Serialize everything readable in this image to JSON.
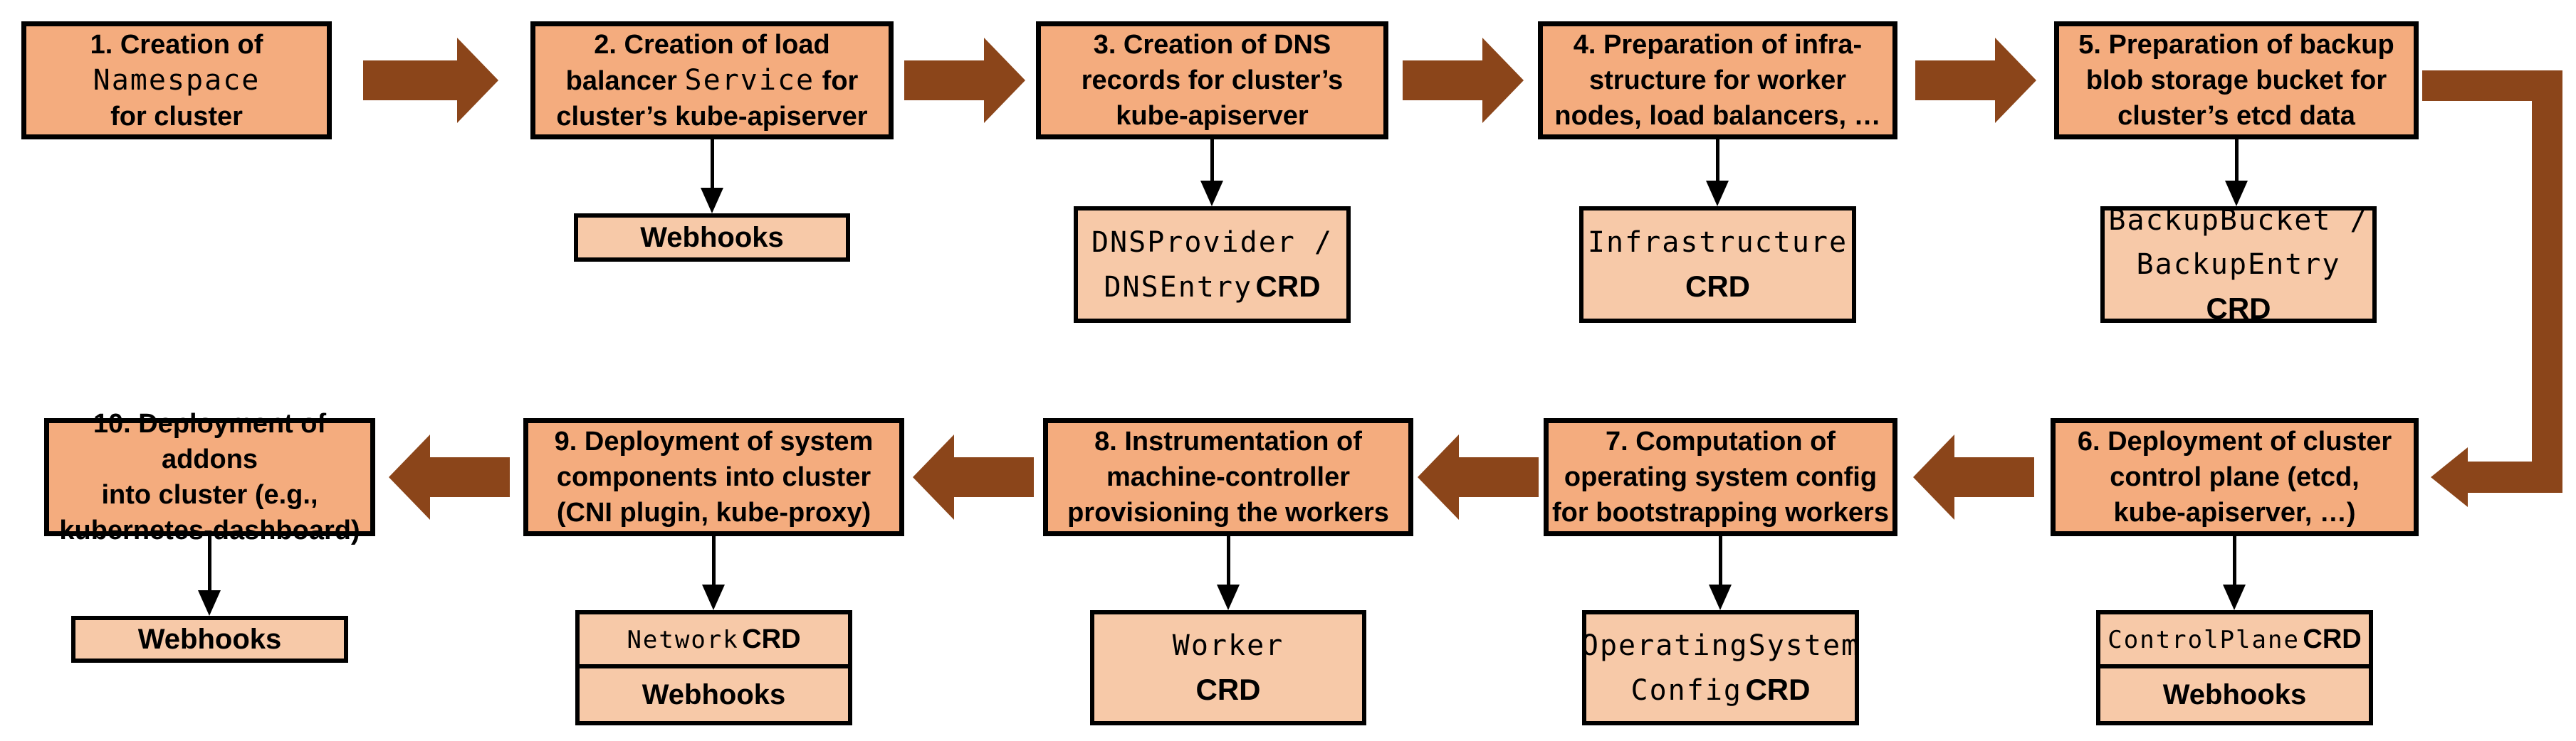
{
  "colors": {
    "step_fill": "#F4AC7E",
    "crd_fill": "#F7C9A8",
    "arrow_brown": "#8B451A",
    "border_black": "#000000",
    "background": "#FFFFFF"
  },
  "steps": {
    "s1": {
      "l1": "1. Creation of",
      "code": "Namespace",
      "l3": "for cluster"
    },
    "s2": {
      "l1": "2. Creation of load",
      "l2a": "balancer",
      "code": "Service",
      "l2b": "for",
      "l3": "cluster’s kube-apiserver"
    },
    "s3": {
      "l1": "3. Creation of DNS",
      "l2": "records for cluster’s",
      "l3": "kube-apiserver"
    },
    "s4": {
      "l1": "4. Preparation of infra-",
      "l2": "structure for worker",
      "l3": "nodes, load balancers, …"
    },
    "s5": {
      "l1": "5. Preparation of backup",
      "l2": "blob storage bucket for",
      "l3": "cluster’s etcd data"
    },
    "s6": {
      "l1": "6. Deployment of cluster",
      "l2": "control plane (etcd,",
      "l3": "kube-apiserver, …)"
    },
    "s7": {
      "l1": "7. Computation of",
      "l2": "operating system config",
      "l3": "for bootstrapping workers"
    },
    "s8": {
      "l1": "8. Instrumentation of",
      "l2": "machine-controller",
      "l3": "provisioning the workers"
    },
    "s9": {
      "l1": "9. Deployment of system",
      "l2": "components into cluster",
      "l3": "(CNI plugin, kube-proxy)"
    },
    "s10": {
      "l1": "10. Deployment of addons",
      "l2": "into cluster (e.g.,",
      "l3": "kubernetes-dashboard)"
    }
  },
  "resources": {
    "webhooks_s2": {
      "label": "Webhooks"
    },
    "dns": {
      "line1": "DNSProvider /",
      "line2_code": "DNSEntry",
      "suffix": "CRD"
    },
    "infrastructure": {
      "line1": "Infrastructure",
      "suffix": "CRD"
    },
    "backup": {
      "line1": "BackupBucket /",
      "line2_code": "BackupEntry",
      "suffix": "CRD"
    },
    "controlplane": {
      "code": "ControlPlane",
      "suffix": "CRD",
      "webhooks": "Webhooks"
    },
    "osconfig": {
      "line1": "OperatingSystem",
      "line2_code": "Config",
      "suffix": "CRD"
    },
    "worker": {
      "line1": "Worker",
      "suffix": "CRD"
    },
    "network": {
      "code": "Network",
      "suffix": "CRD",
      "webhooks": "Webhooks"
    },
    "webhooks_s10": {
      "label": "Webhooks"
    }
  }
}
